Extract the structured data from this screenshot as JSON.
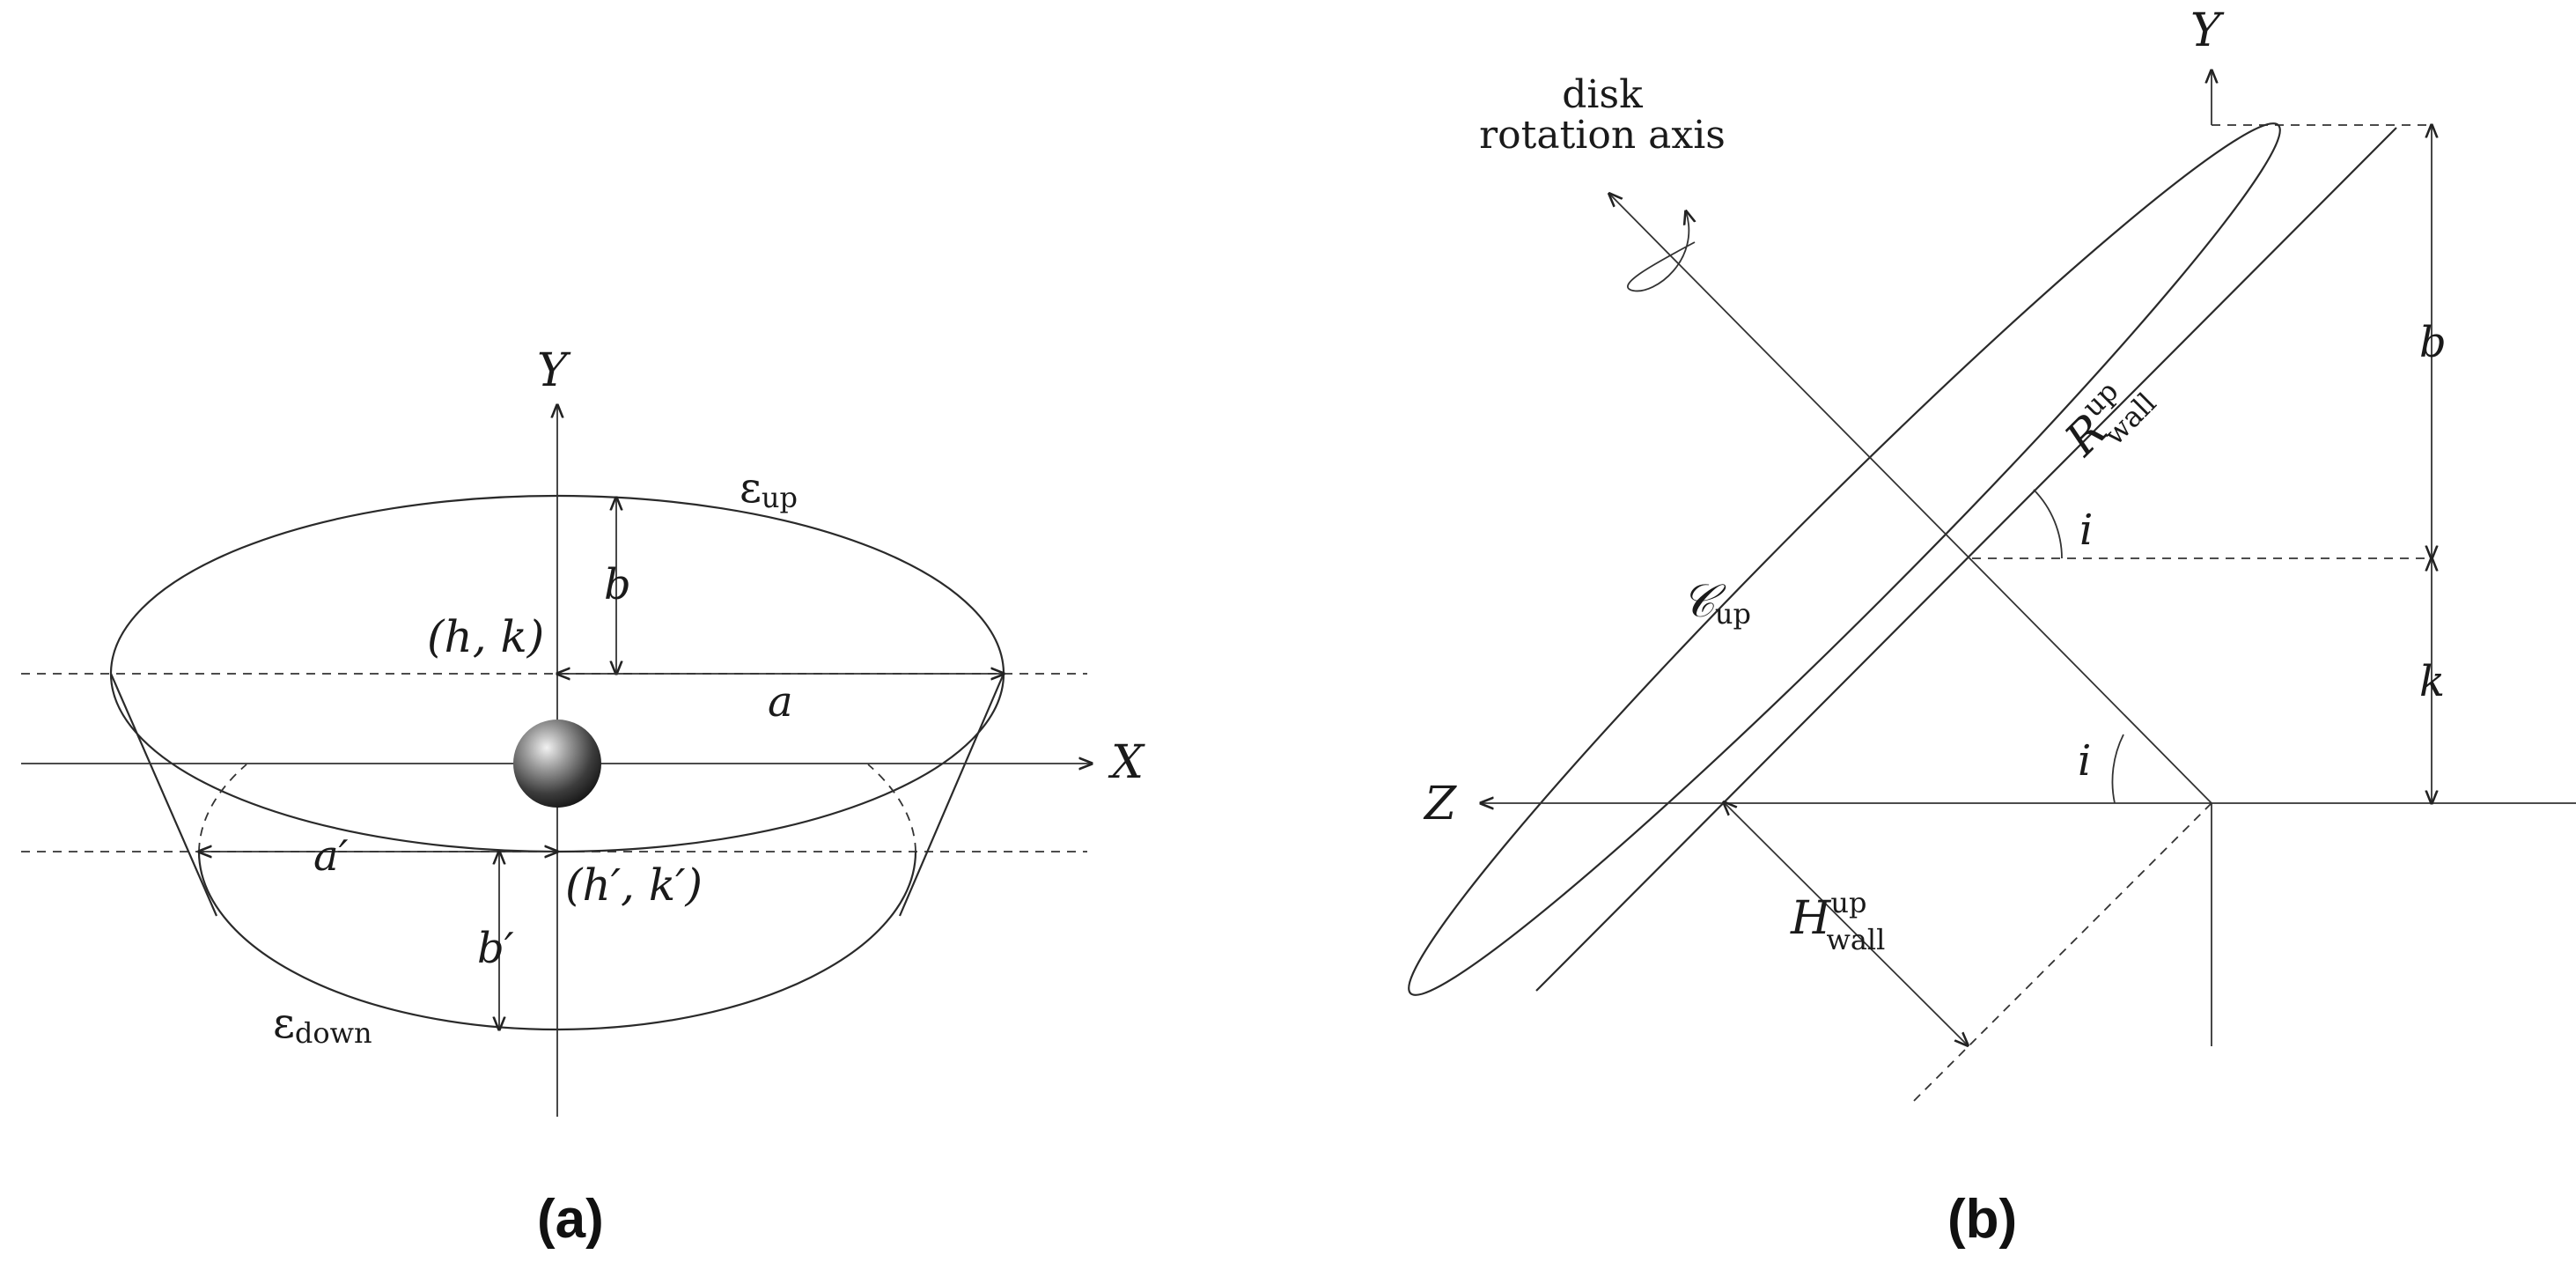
{
  "panel_a": {
    "caption": "(a)",
    "labels": {
      "y_axis": "Y",
      "x_axis": "X",
      "eps_up_symbol": "ε",
      "eps_up_sub": "up",
      "eps_down_symbol": "ε",
      "eps_down_sub": "down",
      "b": "b",
      "a": "a",
      "hk": "(h, k)",
      "a_prime": "a′",
      "b_prime": "b′",
      "hk_prime": "(h′, k′)"
    }
  },
  "panel_b": {
    "caption": "(b)",
    "labels": {
      "y_axis": "Y",
      "z_axis": "Z",
      "disk_axis_line1": "disk",
      "disk_axis_line2": "rotation axis",
      "r_wall_symbol": "R",
      "r_wall_sup": "up",
      "r_wall_sub": "wall",
      "h_wall_symbol": "H",
      "h_wall_sup": "up",
      "h_wall_sub": "wall",
      "c_up_symbol": "𝒞",
      "c_up_sub": "up",
      "angle_i_top": "i",
      "angle_i_bottom": "i",
      "b": "b",
      "k": "k"
    }
  },
  "colors": {
    "line": "#2a2a2a",
    "blue_light": "#5bb8e6",
    "blue_dark": "#1e6fb5"
  }
}
